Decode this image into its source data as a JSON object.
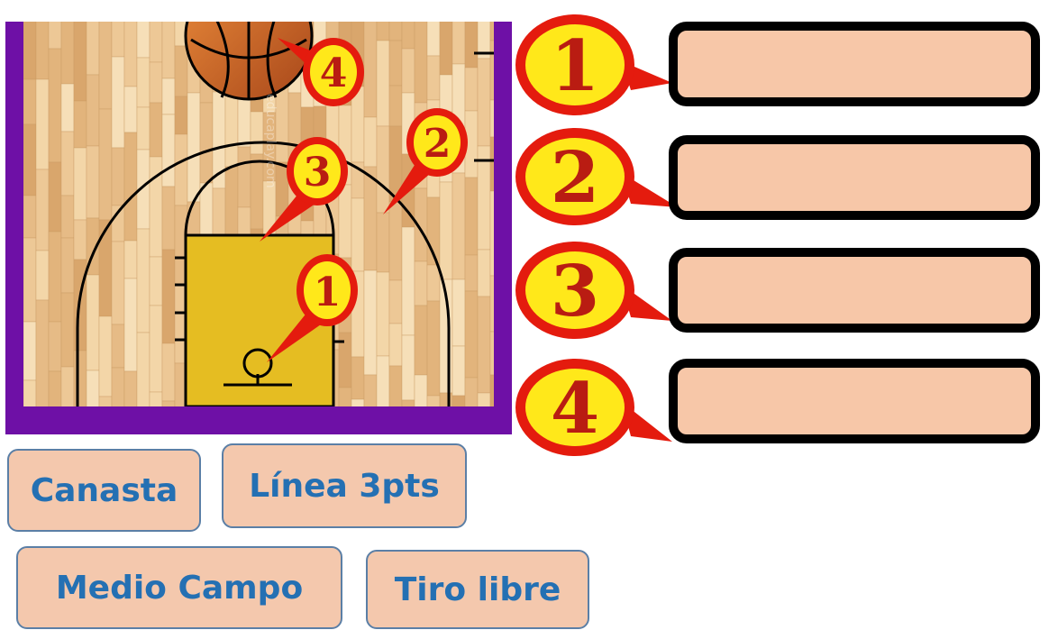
{
  "court": {
    "watermark": "educaplay.com"
  },
  "markers": [
    {
      "id": "1",
      "label": "1"
    },
    {
      "id": "2",
      "label": "2"
    },
    {
      "id": "3",
      "label": "3"
    },
    {
      "id": "4",
      "label": "4"
    }
  ],
  "answer_slots": [
    {
      "number": "1",
      "value": ""
    },
    {
      "number": "2",
      "value": ""
    },
    {
      "number": "3",
      "value": ""
    },
    {
      "number": "4",
      "value": ""
    }
  ],
  "word_bank": [
    {
      "label": "Canasta"
    },
    {
      "label": "Línea 3pts"
    },
    {
      "label": "Medio Campo"
    },
    {
      "label": "Tiro libre"
    }
  ],
  "colors": {
    "frame": "#6e10a6",
    "paint": "#e5bd22",
    "slot_fill": "#f7c7a8",
    "card_fill": "#f4c8ad",
    "card_text": "#2470b3",
    "badge_fill": "#ffe81a",
    "badge_ring": "#e41b0e",
    "number_text": "#b91c12"
  }
}
